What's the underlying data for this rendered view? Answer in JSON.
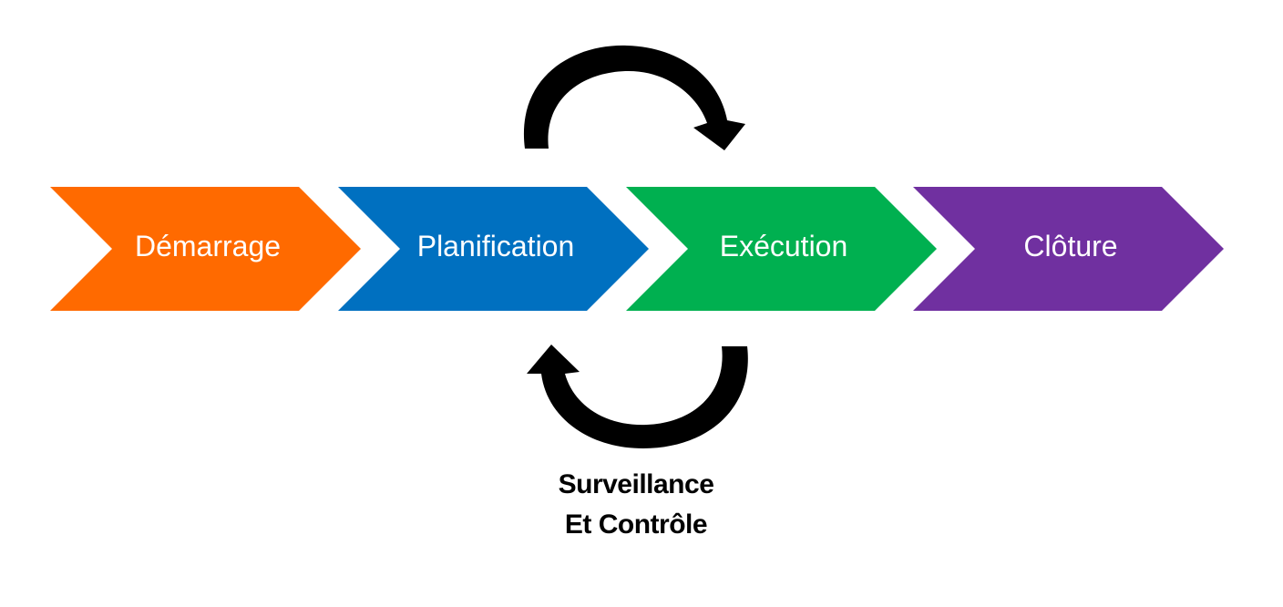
{
  "stages": [
    {
      "label": "Démarrage",
      "color": "#FF6A00"
    },
    {
      "label": "Planification",
      "color": "#0070C0"
    },
    {
      "label": "Exécution",
      "color": "#00B050"
    },
    {
      "label": "Clôture",
      "color": "#7030A0"
    }
  ],
  "cycle": {
    "caption_line1": "Surveillance",
    "caption_line2": "Et Contrôle",
    "arrow_color": "#000000",
    "top_arrow_icon": "clockwise-arc-arrow-icon",
    "bottom_arrow_icon": "clockwise-arc-arrow-icon"
  }
}
